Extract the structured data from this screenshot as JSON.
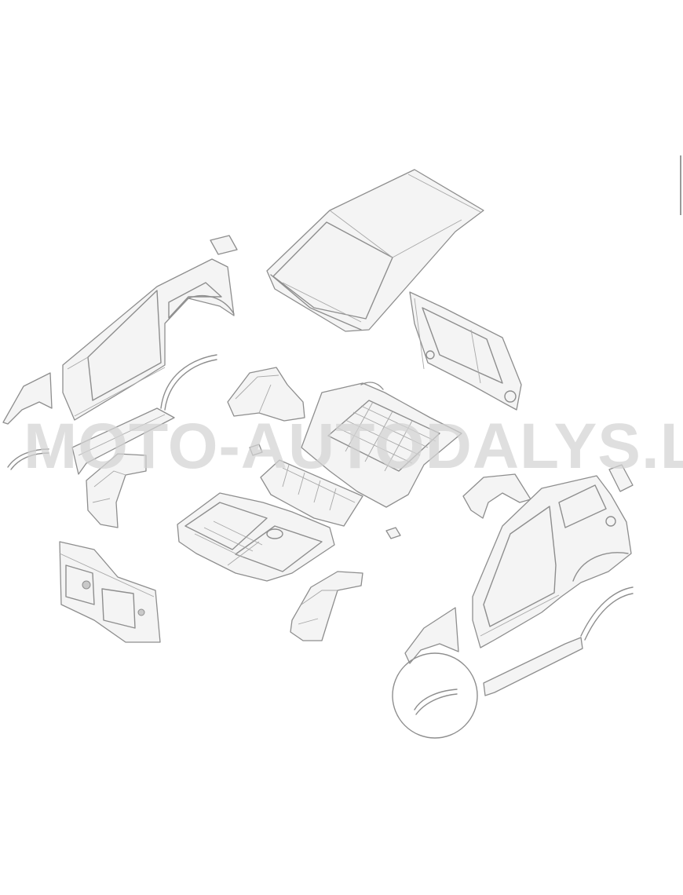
{
  "diagram": {
    "watermark_text": "MOTO-AUTODALYS.LT",
    "line_color": "#8e8e8e",
    "background": "#ffffff",
    "watermark_color": "#d2d2d2",
    "parts": [
      "roof-panel",
      "left-body-side-panel",
      "left-front-fender",
      "left-wheel-arch-trim",
      "left-sill-panel",
      "left-front-wheelhouse",
      "front-bulkhead-dash-panel",
      "rear-wheelhouse-bracket",
      "rear-floor-pan",
      "center-floor-crossmember",
      "front-floor-pan",
      "small-bracket",
      "right-front-wheelhouse",
      "rear-panel-frame",
      "right-body-side-panel",
      "right-front-fender",
      "right-sill-panel",
      "right-rear-wheelhouse",
      "detail-circle-arch-trim"
    ]
  }
}
